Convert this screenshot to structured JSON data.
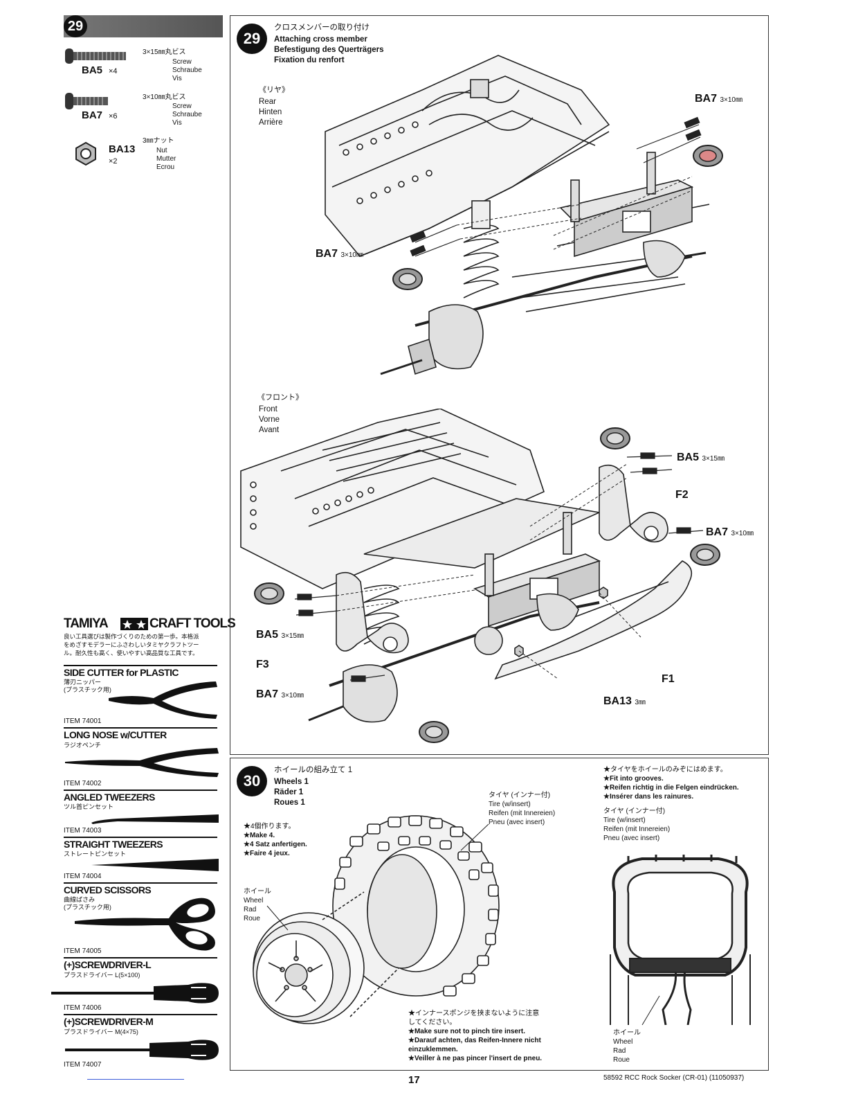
{
  "parts": {
    "step_number": "29",
    "items": [
      {
        "code": "BA5",
        "qty": "×4",
        "size": "3×15㎜丸ビス",
        "names": [
          "Screw",
          "Schraube",
          "Vis"
        ]
      },
      {
        "code": "BA7",
        "qty": "×6",
        "size": "3×10㎜丸ビス",
        "names": [
          "Screw",
          "Schraube",
          "Vis"
        ]
      },
      {
        "code": "BA13",
        "qty": "×2",
        "size": "3㎜ナット",
        "names": [
          "Nut",
          "Mutter",
          "Ecrou"
        ]
      }
    ]
  },
  "tools": {
    "brand": "TAMIYA",
    "brand_suffix": "CRAFT TOOLS",
    "description_line1": "良い工具選びは製作づくりのための第一歩。本格派",
    "description_line2": "をめざすモデラーにふさわしいタミヤクラフトツー",
    "description_line3": "ル。耐久性も高く、使いやすい高品質な工具です。",
    "list": [
      {
        "name": "SIDE CUTTER for PLASTIC",
        "sub1": "薄刃ニッパー",
        "sub2": "(プラスチック用)",
        "item": "ITEM 74001"
      },
      {
        "name": "LONG NOSE w/CUTTER",
        "sub1": "ラジオペンチ",
        "sub2": "",
        "item": "ITEM 74002"
      },
      {
        "name": "ANGLED TWEEZERS",
        "sub1": "ツル首ピンセット",
        "sub2": "",
        "item": "ITEM 74003"
      },
      {
        "name": "STRAIGHT TWEEZERS",
        "sub1": "ストレートピンセット",
        "sub2": "",
        "item": "ITEM 74004"
      },
      {
        "name": "CURVED SCISSORS",
        "sub1": "曲線ばさみ",
        "sub2": "(プラスチック用)",
        "item": "ITEM 74005"
      },
      {
        "name": "(+)SCREWDRIVER-L",
        "sub1": "プラスドライバー L(5×100)",
        "sub2": "",
        "item": "ITEM 74006"
      },
      {
        "name": "(+)SCREWDRIVER-M",
        "sub1": "プラスドライバー M(4×75)",
        "sub2": "",
        "item": "ITEM 74007"
      }
    ]
  },
  "step29": {
    "number": "29",
    "title_jp": "クロスメンバーの取り付け",
    "title_en": "Attaching cross member",
    "title_de": "Befestigung des Querträgers",
    "title_fr": "Fixation du renfort",
    "rear": {
      "jp": "《リヤ》",
      "en": "Rear",
      "de": "Hinten",
      "fr": "Arrière"
    },
    "front": {
      "jp": "《フロント》",
      "en": "Front",
      "de": "Vorne",
      "fr": "Avant"
    },
    "labels": {
      "ba7": "BA7",
      "ba5": "BA5",
      "ba13": "BA13",
      "size_3x10": "3×10㎜",
      "size_3x15": "3×15㎜",
      "size_3": "3㎜",
      "f1": "F1",
      "f2": "F2",
      "f3": "F3"
    }
  },
  "step30": {
    "number": "30",
    "title_jp": "ホイールの組み立て 1",
    "title_en": "Wheels 1",
    "title_de": "Räder 1",
    "title_fr": "Roues 1",
    "make": [
      "★4個作ります。",
      "★Make 4.",
      "★4 Satz anfertigen.",
      "★Faire 4 jeux."
    ],
    "tire": [
      "タイヤ (インナー付)",
      "Tire (w/insert)",
      "Reifen (mit Innereien)",
      "Pneu (avec insert)"
    ],
    "wheel": [
      "ホイール",
      "Wheel",
      "Rad",
      "Roue"
    ],
    "fit": [
      "★タイヤをホイールのみぞにはめます。",
      "★Fit into grooves.",
      "★Reifen richtig in die Felgen eindrücken.",
      "★Insérer dans les rainures."
    ],
    "pinch": [
      "★インナースポンジを挟まないように注意",
      "してください。",
      "★Make sure not to pinch tire insert.",
      "★Darauf achten, das Reifen-Innere nicht",
      "einzuklemmen.",
      "★Veiller à ne pas pincer l'insert de pneu."
    ]
  },
  "footer": {
    "page_number": "17",
    "product": "58592 RCC Rock Socker (CR-01) (11050937)"
  }
}
